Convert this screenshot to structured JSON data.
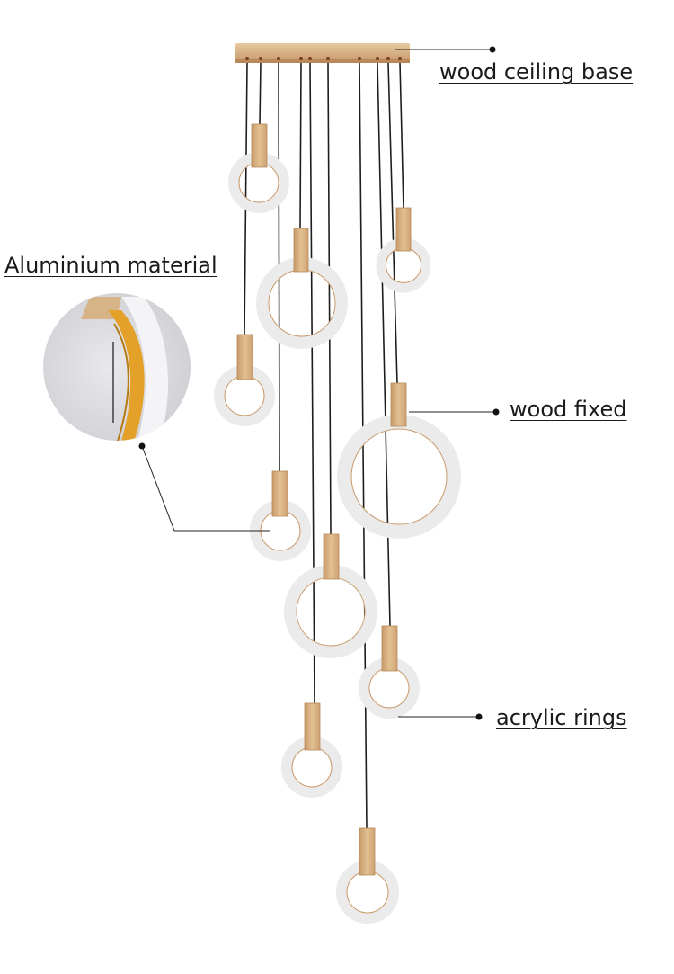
{
  "labels": {
    "ceiling_base": "wood ceiling base",
    "aluminium": "Aluminium material",
    "wood_fixed": "wood fixed",
    "acrylic_rings": "acrylic rings"
  },
  "colors": {
    "wood": "#dcb88c",
    "wood_dark": "#c69866",
    "ring": "#ebebeb",
    "ring_edge": "#c99a6a",
    "cord": "#1e1e1e",
    "callout_line": "#222222",
    "aluminium_gold": "#e4a12a",
    "detail_bg": "#d9d9dd"
  }
}
